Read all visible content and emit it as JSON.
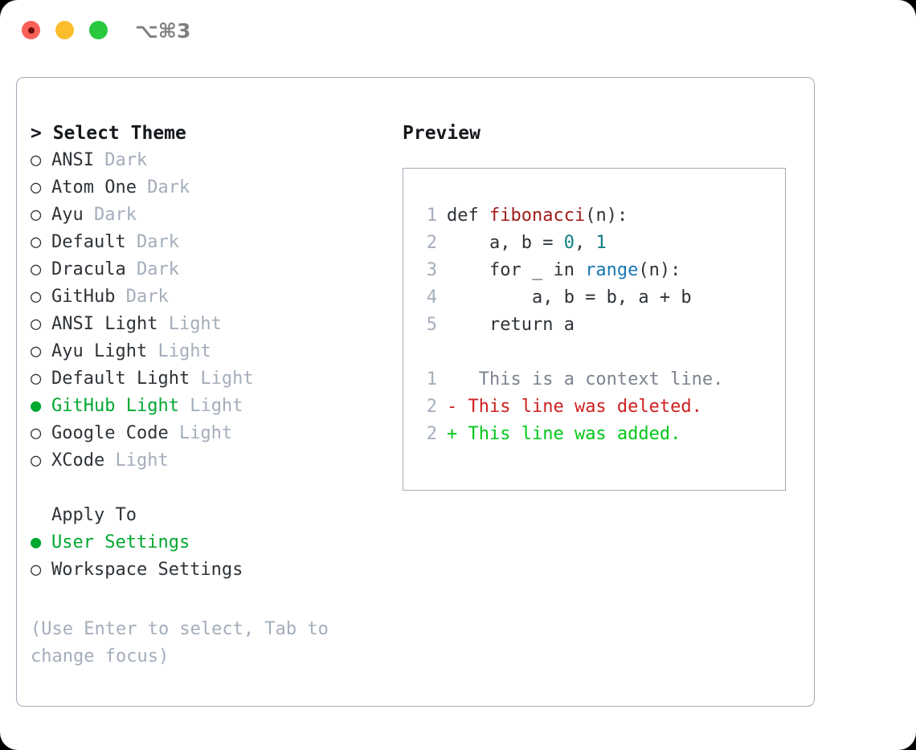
{
  "window": {
    "shortcut_label": "⌥⌘3",
    "traffic_lights": [
      {
        "name": "close",
        "color": "#fb6058"
      },
      {
        "name": "minimize",
        "color": "#fcbd2d"
      },
      {
        "name": "maximize",
        "color": "#28c83f"
      }
    ]
  },
  "theme_selector": {
    "heading": "> Select Theme",
    "marker_selected": "●",
    "marker_unselected": "○",
    "accent_color": "#00a830",
    "items": [
      {
        "marker": "○",
        "name": "ANSI",
        "variant": "Dark",
        "selected": false
      },
      {
        "marker": "○",
        "name": "Atom One",
        "variant": "Dark",
        "selected": false
      },
      {
        "marker": "○",
        "name": "Ayu",
        "variant": "Dark",
        "selected": false
      },
      {
        "marker": "○",
        "name": "Default",
        "variant": "Dark",
        "selected": false
      },
      {
        "marker": "○",
        "name": "Dracula",
        "variant": "Dark",
        "selected": false
      },
      {
        "marker": "○",
        "name": "GitHub",
        "variant": "Dark",
        "selected": false
      },
      {
        "marker": "○",
        "name": "ANSI Light",
        "variant": "Light",
        "selected": false
      },
      {
        "marker": "○",
        "name": "Ayu Light",
        "variant": "Light",
        "selected": false
      },
      {
        "marker": "○",
        "name": "Default Light",
        "variant": "Light",
        "selected": false
      },
      {
        "marker": "●",
        "name": "GitHub Light",
        "variant": "Light",
        "selected": true
      },
      {
        "marker": "○",
        "name": "Google Code",
        "variant": "Light",
        "selected": false
      },
      {
        "marker": "○",
        "name": "XCode",
        "variant": "Light",
        "selected": false
      }
    ]
  },
  "apply_to": {
    "heading": "Apply To",
    "options": [
      {
        "marker": "●",
        "name": "User Settings",
        "selected": true
      },
      {
        "marker": "○",
        "name": "Workspace Settings",
        "selected": false
      }
    ]
  },
  "hint": {
    "text": "(Use Enter to select, Tab to change focus)"
  },
  "preview": {
    "heading": "Preview",
    "code_lines": [
      {
        "num": "1",
        "tokens": [
          {
            "t": "def ",
            "c": "plain"
          },
          {
            "t": "fibonacci",
            "c": "fn"
          },
          {
            "t": "(n):",
            "c": "plain"
          }
        ]
      },
      {
        "num": "2",
        "tokens": [
          {
            "t": "    a, b = ",
            "c": "plain"
          },
          {
            "t": "0",
            "c": "num"
          },
          {
            "t": ", ",
            "c": "plain"
          },
          {
            "t": "1",
            "c": "num"
          }
        ]
      },
      {
        "num": "3",
        "tokens": [
          {
            "t": "    for _ in ",
            "c": "plain"
          },
          {
            "t": "range",
            "c": "call"
          },
          {
            "t": "(n):",
            "c": "plain"
          }
        ]
      },
      {
        "num": "4",
        "tokens": [
          {
            "t": "        a, b = b, a + b",
            "c": "plain"
          }
        ]
      },
      {
        "num": "5",
        "tokens": [
          {
            "t": "    return a",
            "c": "plain"
          }
        ]
      }
    ],
    "diff_lines": [
      {
        "num": "1",
        "marker": " ",
        "text": "  This is a context line.",
        "kind": "ctx"
      },
      {
        "num": "2",
        "marker": "-",
        "text": " This line was deleted.",
        "kind": "del"
      },
      {
        "num": "2",
        "marker": "+",
        "text": " This line was added.",
        "kind": "add"
      }
    ],
    "colors": {
      "function_name": "#a01b1b",
      "number": "#0d7c80",
      "builtin_call": "#1878b4",
      "line_number": "#a4adbb",
      "diff_context": "#7d848e",
      "diff_deleted": "#cf2020",
      "diff_added": "#00c818"
    }
  }
}
